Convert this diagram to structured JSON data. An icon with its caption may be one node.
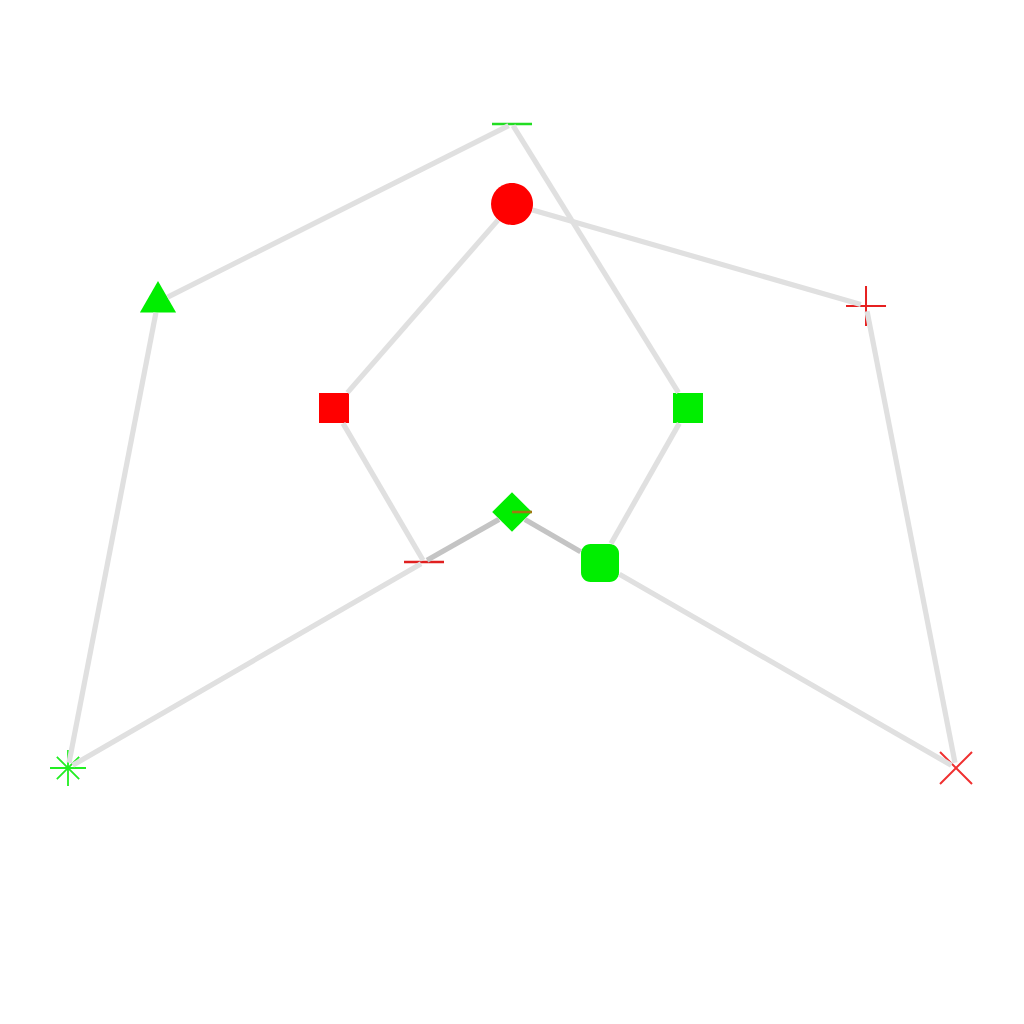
{
  "diagram": {
    "nodes": [
      {
        "text": [],
        "shape": "dash"
      },
      {
        "text": [],
        "shape": "circle"
      },
      {
        "text": [],
        "shape": "triangle"
      },
      {
        "text": [],
        "shape": "plus"
      },
      {
        "text": [],
        "shape": "square"
      },
      {
        "text": [],
        "shape": "square"
      },
      {
        "text": [],
        "shape": "diamond"
      },
      {
        "text": [],
        "shape": "dash",
        "in": 6
      },
      {
        "text": [],
        "shape": "dash"
      },
      {
        "text": [],
        "shape": "box"
      },
      {
        "text": [],
        "shape": "asterisk"
      },
      {
        "text": [],
        "shape": "cross"
      }
    ],
    "edges": [
      {
        "from": 0,
        "to": 2,
        "arrow": "none"
      },
      {
        "from": 0,
        "to": 5,
        "arrow": "none"
      },
      {
        "from": 1,
        "to": 3,
        "arrow": "none"
      },
      {
        "from": 1,
        "to": 4,
        "arrow": "none"
      },
      {
        "from": 2,
        "to": 10,
        "arrow": "none"
      },
      {
        "from": 3,
        "to": 11,
        "arrow": "none"
      },
      {
        "from": 4,
        "to": 8,
        "arrow": "none"
      },
      {
        "from": 5,
        "to": 9,
        "arrow": "none"
      },
      {
        "from": 10,
        "to": 8,
        "arrow": "none"
      },
      {
        "from": 8,
        "to": 6,
        "arrow": "none",
        "color": "#c4c4c4"
      },
      {
        "from": 6,
        "to": 9,
        "arrow": "none",
        "color": "#c4c4c4"
      },
      {
        "from": 9,
        "to": 11,
        "arrow": "none"
      }
    ]
  }
}
